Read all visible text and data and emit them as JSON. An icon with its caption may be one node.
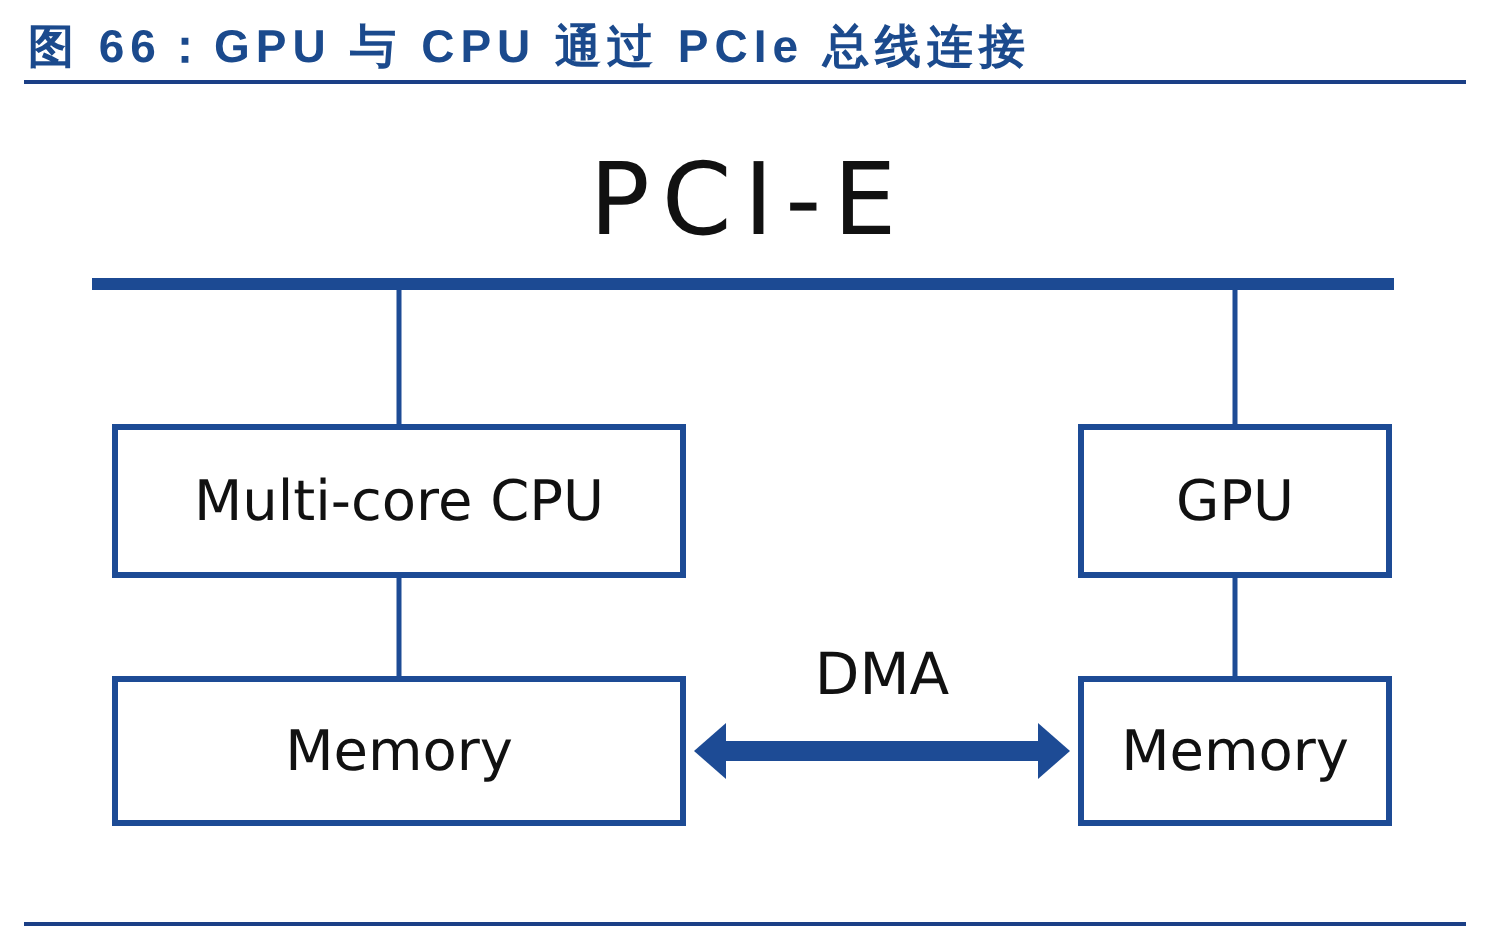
{
  "diagram": {
    "title": "图 66：GPU 与 CPU 通过 PCIe 总线连接",
    "nodes": [
      {
        "text": [
          "PCI-E"
        ]
      },
      {
        "text": [
          "Multi-core CPU"
        ]
      },
      {
        "text": [
          "GPU"
        ]
      },
      {
        "text": [
          "Memory"
        ]
      },
      {
        "text": [
          "Memory"
        ]
      }
    ],
    "edges": [
      {
        "from": 0,
        "to": 1,
        "arrow": "none"
      },
      {
        "from": 0,
        "to": 2,
        "arrow": "none"
      },
      {
        "from": 1,
        "to": 3,
        "arrow": "none"
      },
      {
        "from": 2,
        "to": 4,
        "arrow": "none"
      },
      {
        "from": 3,
        "to": 4,
        "arrow": "both",
        "label": "DMA",
        "style": "thick"
      }
    ]
  }
}
